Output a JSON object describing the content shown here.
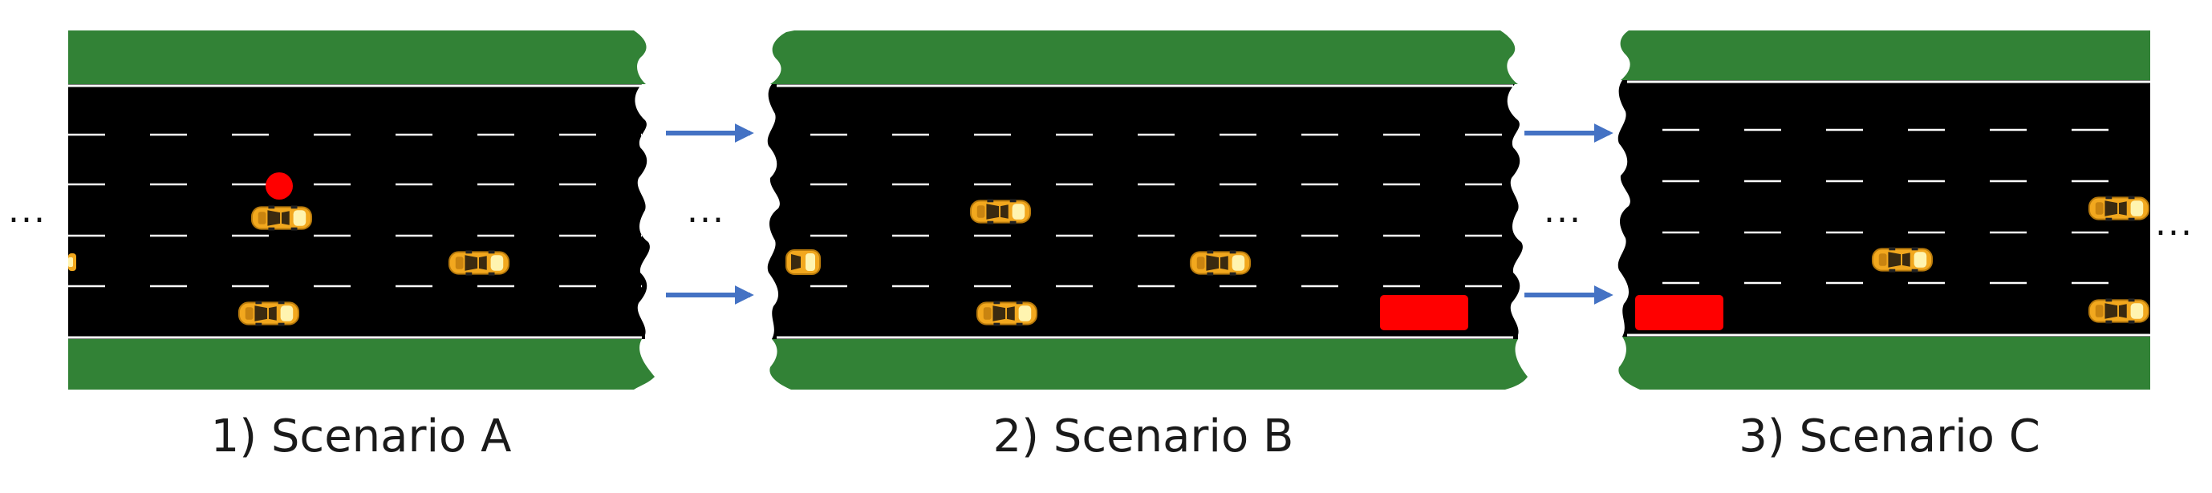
{
  "scenarios": [
    {
      "caption": "1) Scenario A"
    },
    {
      "caption": "2) Scenario B"
    },
    {
      "caption": "3) Scenario C"
    }
  ],
  "ellipsis": "...",
  "colors": {
    "grass": "#328236",
    "road": "#000000",
    "lane_marking": "#ffffff",
    "car_body": "#f2a81e",
    "car_dark": "#3a2a10",
    "obstacle": "#ff0000",
    "goal_marker": "#ff0000",
    "arrow": "#4472c4"
  },
  "icons": {
    "car": "taxi-car-icon",
    "obstacle": "red-obstacle-block",
    "marker": "red-dot-marker",
    "transition": "right-arrow-icon"
  }
}
